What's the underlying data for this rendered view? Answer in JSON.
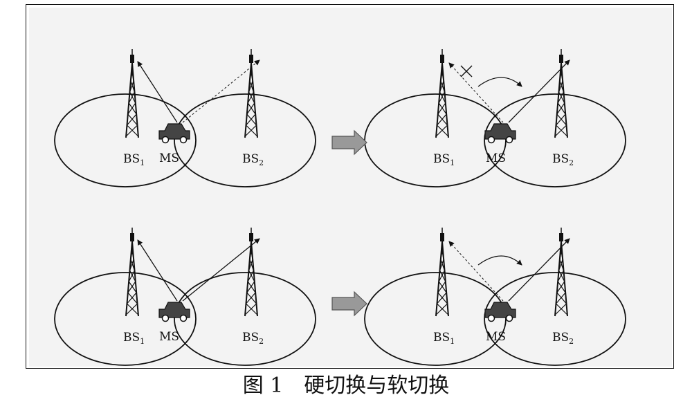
{
  "caption": "图 1　硬切换与软切换",
  "labels": {
    "bs1": "BS",
    "bs1_sub": "1",
    "bs2": "BS",
    "bs2_sub": "2",
    "ms": "MS"
  },
  "panels": [
    {
      "id": "hard-before",
      "link": "dual-weak",
      "handoff_arrow": false
    },
    {
      "id": "hard-after",
      "link": "broken-switch",
      "handoff_arrow": true
    },
    {
      "id": "soft-before",
      "link": "dual-solid",
      "handoff_arrow": false
    },
    {
      "id": "soft-after",
      "link": "dashed-switch",
      "handoff_arrow": true
    }
  ],
  "colors": {
    "line": "#111111",
    "fill_arrow": "#999999",
    "paper": "#f3f3f3"
  }
}
